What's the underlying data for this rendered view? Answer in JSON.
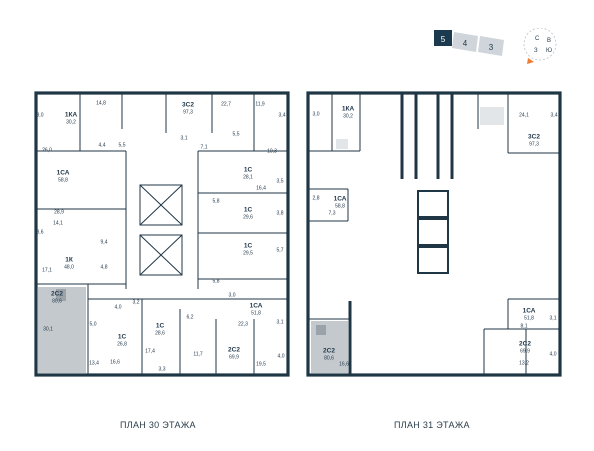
{
  "locator": {
    "sections": [
      "5",
      "4",
      "3"
    ],
    "compass": [
      "С",
      "В",
      "Ю",
      "З"
    ],
    "colors": {
      "active": "#1c3a4f",
      "inactive": "#cfd5da",
      "arrow": "#f07d2e"
    }
  },
  "plan30": {
    "caption": "ПЛАН 30 ЭТАЖА",
    "apartments": [
      {
        "type": "1КА",
        "area": "30,2"
      },
      {
        "type": "3С2",
        "area": "97,3"
      },
      {
        "type": "1СА",
        "area": "58,8"
      },
      {
        "type": "1С",
        "area": "28,1"
      },
      {
        "type": "1С",
        "area": "29,6"
      },
      {
        "type": "1С",
        "area": "29,5"
      },
      {
        "type": "1К",
        "area": "48,0"
      },
      {
        "type": "1СА",
        "area": "51,8"
      },
      {
        "type": "2С2",
        "area": "80,6"
      },
      {
        "type": "1С",
        "area": "28,6"
      },
      {
        "type": "1С",
        "area": "26,8"
      },
      {
        "type": "2С2",
        "area": "69,9"
      }
    ],
    "rooms": [
      "3,0",
      "14,8",
      "22,7",
      "11,9",
      "3,4",
      "26,0",
      "4,4",
      "5,5",
      "3,1",
      "7,1",
      "5,5",
      "10,3",
      "3,5",
      "28,9",
      "16,4",
      "5,8",
      "3,8",
      "14,1",
      "9,4",
      "3,6",
      "5,7",
      "17,1",
      "4,8",
      "5,8",
      "3,0",
      "30,1",
      "4,0",
      "5,0",
      "3,2",
      "6,2",
      "22,3",
      "3,1",
      "13,4",
      "16,6",
      "17,4",
      "11,7",
      "19,5",
      "4,0",
      "3,3"
    ]
  },
  "plan31": {
    "caption": "ПЛАН 31 ЭТАЖА",
    "apartments": [
      {
        "type": "1КА",
        "area": "30,2"
      },
      {
        "type": "3С2",
        "area": "97,3"
      },
      {
        "type": "1СА",
        "area": "58,8"
      },
      {
        "type": "1СА",
        "area": "51,8"
      },
      {
        "type": "2С2",
        "area": "80,6"
      },
      {
        "type": "2С2",
        "area": "69,9"
      }
    ],
    "rooms": [
      "3,0",
      "24,1",
      "3,4",
      "2,8",
      "7,3",
      "8,1",
      "3,1",
      "16,6",
      "13,2",
      "4,0"
    ]
  }
}
